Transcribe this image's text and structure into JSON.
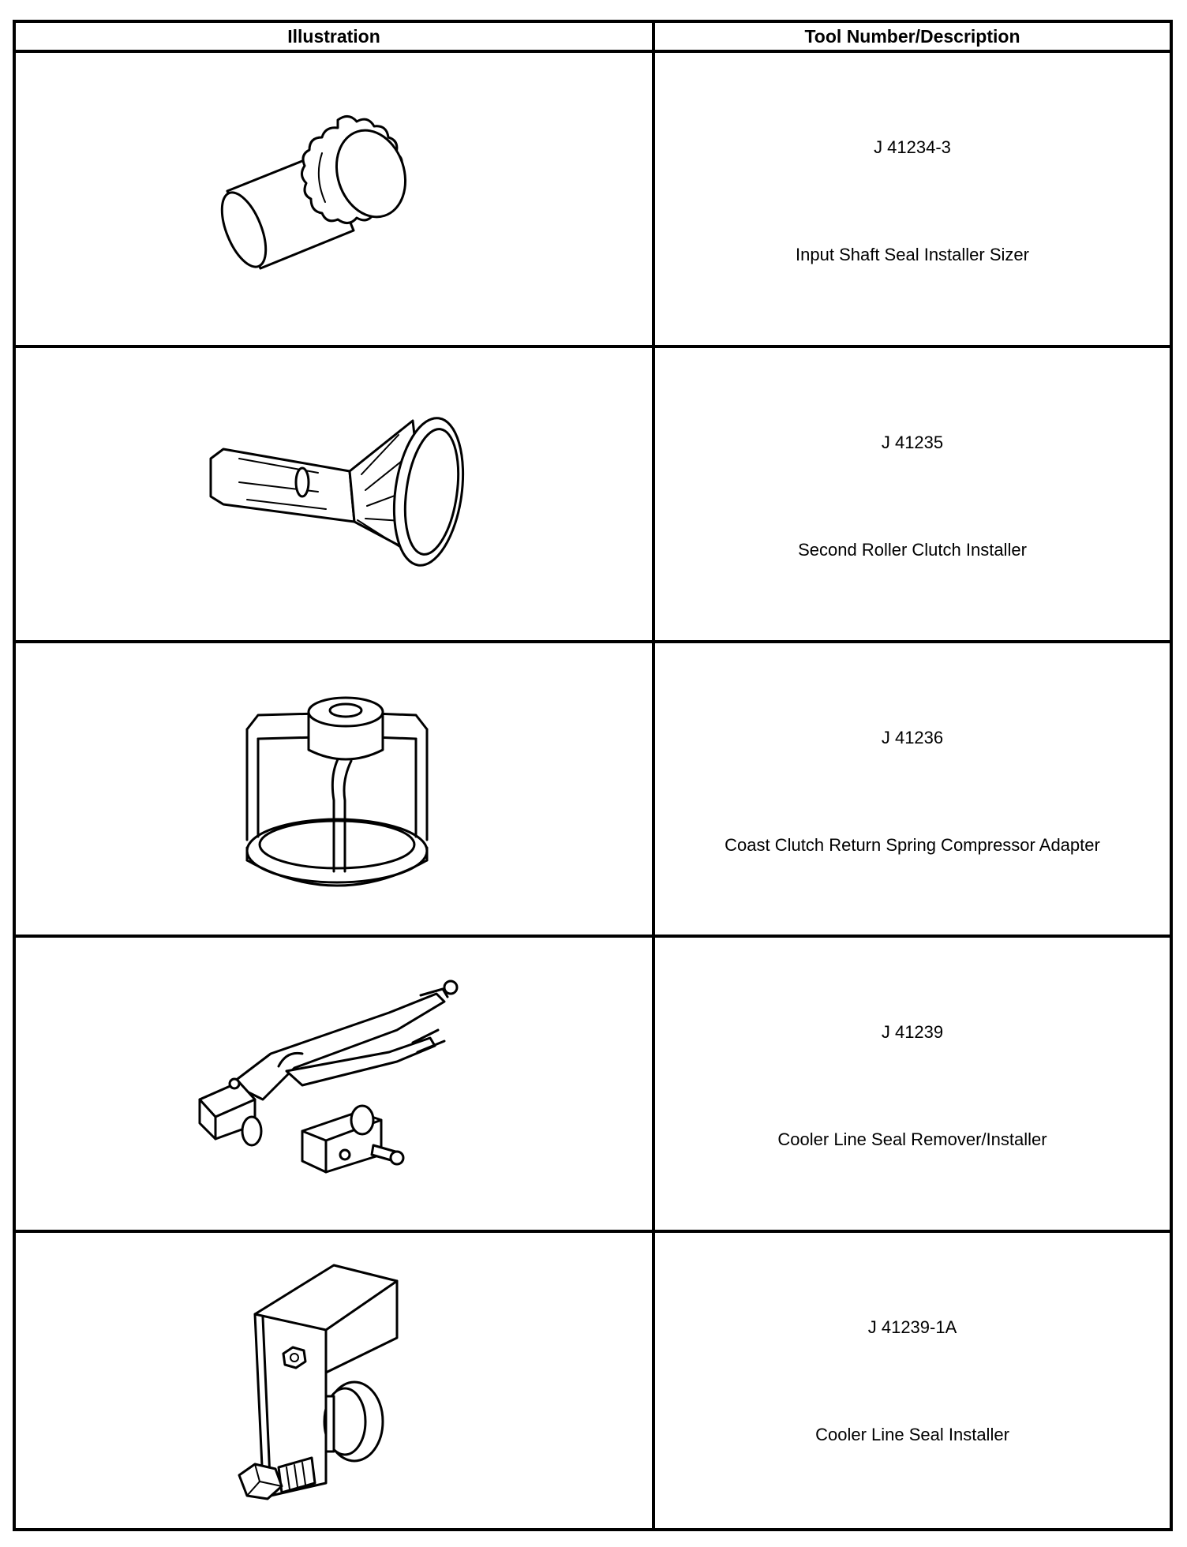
{
  "table": {
    "headers": {
      "illustration": "Illustration",
      "tool": "Tool Number/Description"
    },
    "rows": [
      {
        "tool_number": "J 41234-3",
        "description": "Input Shaft Seal Installer Sizer",
        "icon": "seal-installer-sizer-illustration"
      },
      {
        "tool_number": "J 41235",
        "description": "Second Roller Clutch Installer",
        "icon": "roller-clutch-installer-illustration"
      },
      {
        "tool_number": "J 41236",
        "description": "Coast Clutch Return Spring Compressor Adapter",
        "icon": "spring-compressor-adapter-illustration"
      },
      {
        "tool_number": "J 41239",
        "description": "Cooler Line Seal Remover/Installer",
        "icon": "seal-remover-installer-illustration"
      },
      {
        "tool_number": "J 41239-1A",
        "description": "Cooler Line Seal Installer",
        "icon": "seal-installer-illustration"
      }
    ]
  }
}
